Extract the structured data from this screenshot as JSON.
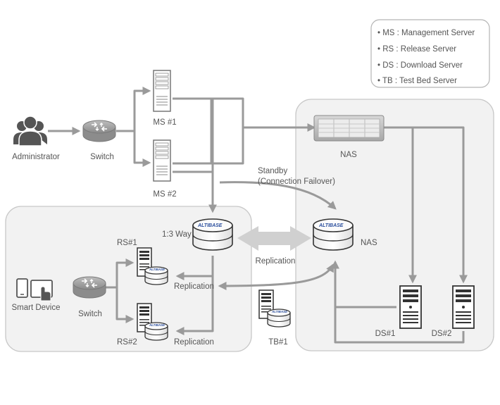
{
  "legend": {
    "items": [
      "• MS : Management Server",
      "• RS : Release Server",
      "• DS : Download Server",
      "• TB : Test Bed Server"
    ]
  },
  "labels": {
    "administrator": "Administrator",
    "switch_top": "Switch",
    "ms1": "MS #1",
    "ms2": "MS #2",
    "nas_top": "NAS",
    "standby_line1": "Standby",
    "standby_line2": "(Connection Failover)",
    "way": "1:3 Way",
    "replication_center": "Replication",
    "nas_db": "NAS",
    "rs1": "RS#1",
    "rs2": "RS#2",
    "replication_rs1": "Replication",
    "replication_rs2": "Replication",
    "smart_device": "Smart Device",
    "switch_bottom": "Switch",
    "tb1": "TB#1",
    "ds1": "DS#1",
    "ds2": "DS#2",
    "altibase_logo": "ALTIBASE"
  },
  "colors": {
    "arrow": "#9a9a9a",
    "zone_fill": "#f2f2f2",
    "zone_stroke": "#c8c8c8",
    "device_dark": "#4a4a4a",
    "logo_blue": "#2b4f9e"
  }
}
